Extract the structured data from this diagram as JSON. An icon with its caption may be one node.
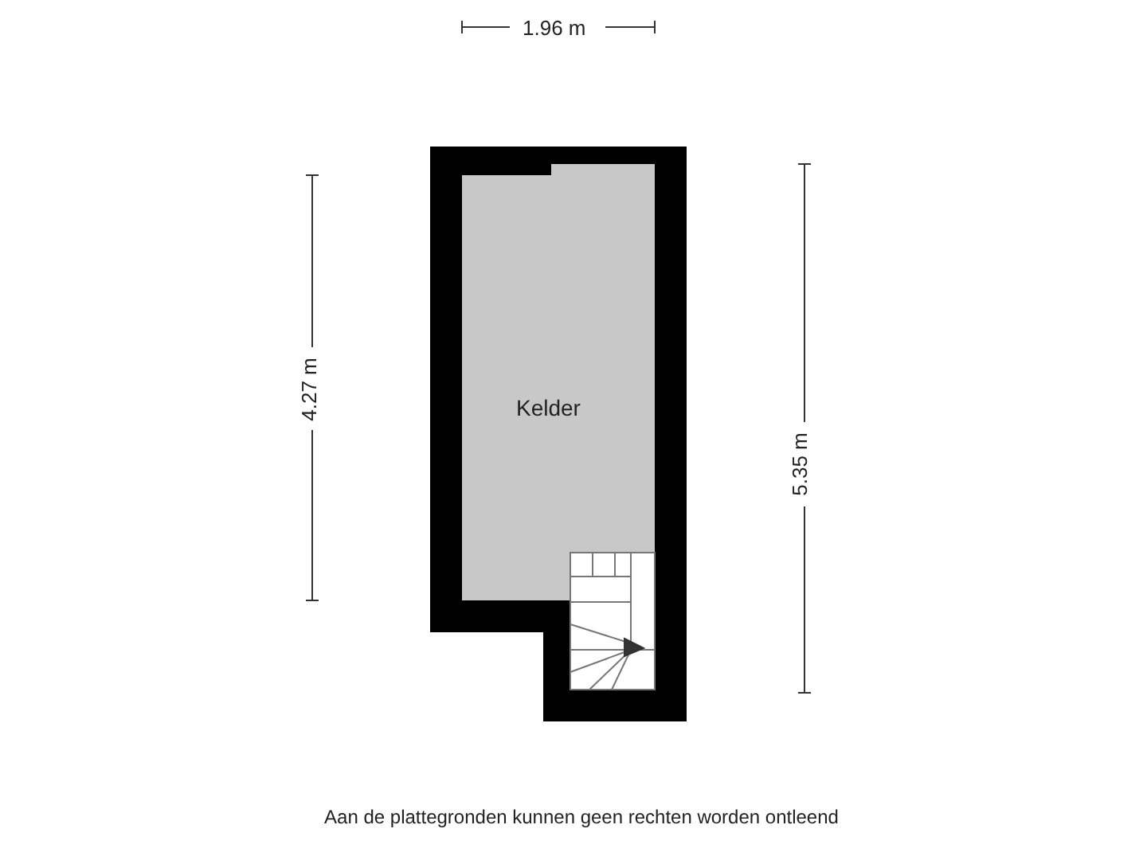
{
  "diagram": {
    "nodes": [
      {
        "text": [
          "Kelder"
        ]
      }
    ],
    "labels": [
      "1.96 m",
      "4.27 m",
      "5.35 m",
      "Aan de plattegronden kunnen geen rechten worden ontleend"
    ]
  }
}
